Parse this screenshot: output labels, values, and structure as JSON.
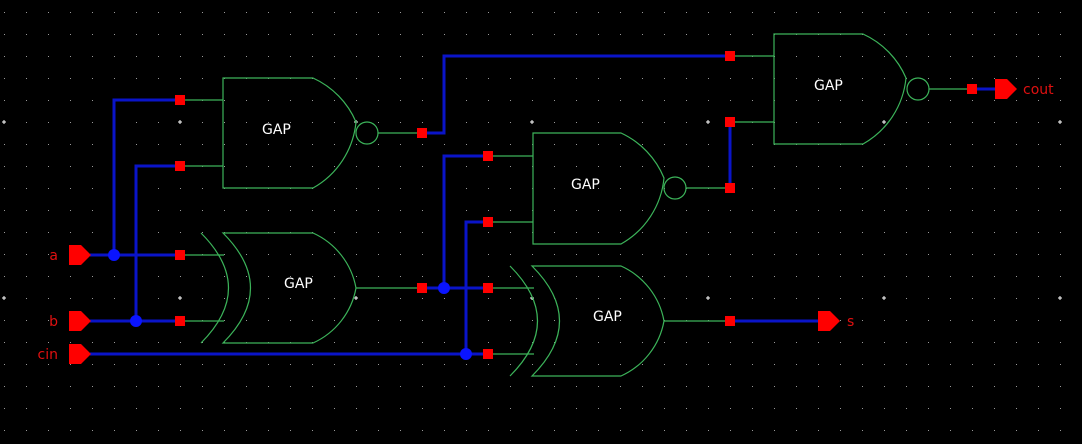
{
  "schematic": {
    "title": "Full adder schematic",
    "colors": {
      "background": "#000000",
      "gate_outline": "#3cb45a",
      "wire": "#0a14c8",
      "pin": "#ff0000",
      "port_label": "#e01010",
      "gate_label": "#ffffff",
      "grid": "#9a9a9a"
    },
    "inputs": [
      {
        "name": "a"
      },
      {
        "name": "b"
      },
      {
        "name": "cin"
      }
    ],
    "outputs": [
      {
        "name": "cout"
      },
      {
        "name": "s"
      }
    ],
    "gates": [
      {
        "id": "nand1",
        "type": "NAND",
        "label": "GAP"
      },
      {
        "id": "xor1",
        "type": "XOR",
        "label": "GAP"
      },
      {
        "id": "nand2",
        "type": "NAND",
        "label": "GAP"
      },
      {
        "id": "xor2",
        "type": "XOR",
        "label": "GAP"
      },
      {
        "id": "nand3",
        "type": "NAND",
        "label": "GAP"
      }
    ]
  }
}
